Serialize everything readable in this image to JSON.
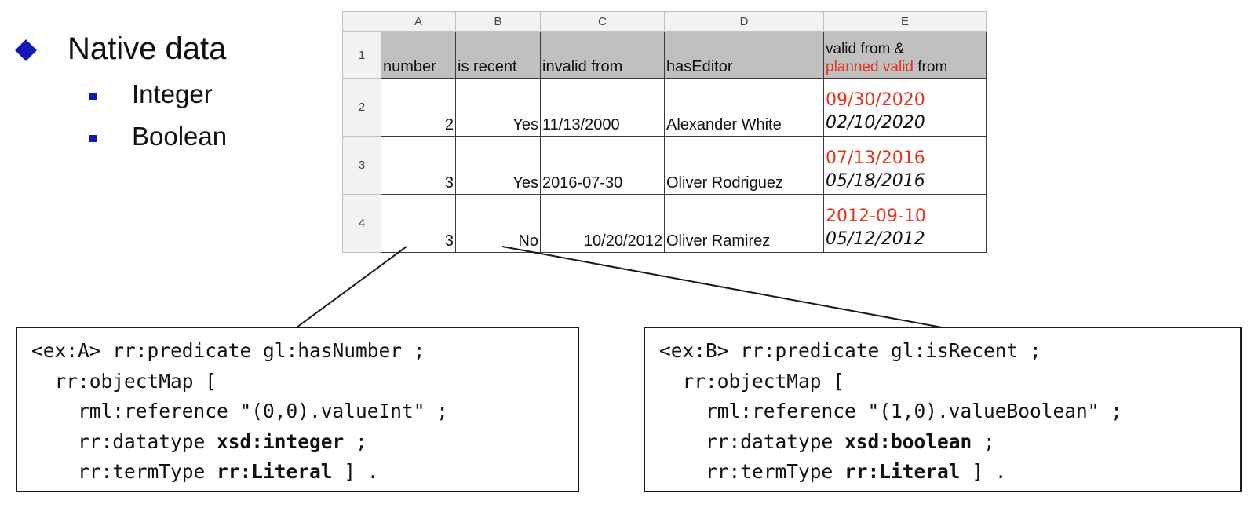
{
  "bullets": {
    "main": "Native data",
    "items": [
      "Integer",
      "Boolean"
    ]
  },
  "sheet": {
    "columns": [
      "A",
      "B",
      "C",
      "D",
      "E"
    ],
    "header_row_num": "1",
    "headers": {
      "a": "number",
      "b": "is recent",
      "c": "invalid from",
      "d": "hasEditor",
      "e_line1": "valid from &",
      "e_red": "planned valid",
      "e_rest": " from"
    },
    "rows": [
      {
        "num": "2",
        "a": "2",
        "b": "Yes",
        "c": "11/13/2000",
        "d": "Alexander White",
        "e_planned": "09/30/2020",
        "e_valid": "02/10/2020"
      },
      {
        "num": "3",
        "a": "3",
        "b": "Yes",
        "c": "2016-07-30",
        "d": "Oliver Rodriguez",
        "e_planned": "07/13/2016",
        "e_valid": "05/18/2016"
      },
      {
        "num": "4",
        "a": "3",
        "b": "No",
        "c": "10/20/2012",
        "d": "Oliver Ramirez",
        "e_planned": "2012-09-10",
        "e_valid": "05/12/2012"
      }
    ]
  },
  "code_a": {
    "l1": "<ex:A> rr:predicate gl:hasNumber ;",
    "l2": "  rr:objectMap [",
    "l3": "    rml:reference \"(0,0).valueInt\" ;",
    "l4_pre": "    rr:datatype ",
    "l4_bold": "xsd:integer",
    "l4_post": " ;",
    "l5_pre": "    rr:termType ",
    "l5_bold": "rr:Literal",
    "l5_post": " ] ."
  },
  "code_b": {
    "l1": "<ex:B> rr:predicate gl:isRecent ;",
    "l2": "  rr:objectMap [",
    "l3": "    rml:reference \"(1,0).valueBoolean\" ;",
    "l4_pre": "    rr:datatype ",
    "l4_bold": "xsd:boolean",
    "l4_post": " ;",
    "l5_pre": "    rr:termType ",
    "l5_bold": "rr:Literal",
    "l5_post": " ] ."
  },
  "colors": {
    "bullet": "#1418b8",
    "red": "#e8321e",
    "header_fill": "#c0c0c0"
  }
}
